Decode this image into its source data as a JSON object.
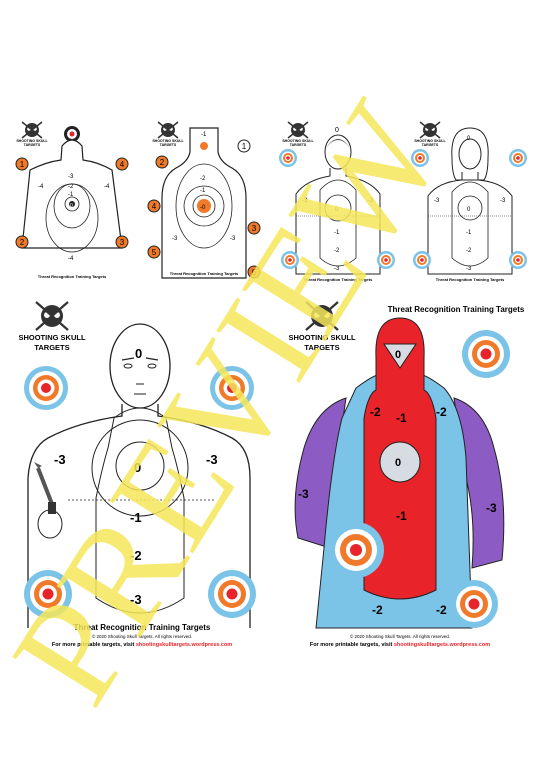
{
  "brand": {
    "line1": "SHOOTING SKULL",
    "line2": "TARGETS"
  },
  "watermark": "PREVIEW",
  "colors": {
    "orange": "#f07a2a",
    "red": "#e8242a",
    "blue": "#7cc3e8",
    "purple": "#8c5bc4",
    "cream": "#f3e6a2",
    "grey": "#d7dbe2",
    "watermark": "#f4e65a"
  },
  "p1": {
    "title": "Threat Recognition Training Targets",
    "markers": [
      "1",
      "4",
      "2",
      "3"
    ],
    "rings": [
      "-4",
      "-3",
      "-2",
      "-1",
      "0",
      "-4",
      "-4"
    ]
  },
  "p2": {
    "title": "Threat Recognition Training Targets",
    "markers": [
      "1",
      "2",
      "4",
      "5",
      "3",
      "6"
    ],
    "rings": [
      "-1",
      "-2",
      "-1",
      "-0",
      "-3",
      "-3"
    ]
  },
  "p3": {
    "title": "Threat Recognition Training Targets",
    "scores": [
      "0",
      "-3",
      "-3",
      "0",
      "-1",
      "-2",
      "-3"
    ]
  },
  "p4": {
    "title": "Threat Recognition Training Targets",
    "scores": [
      "0",
      "-3",
      "-3",
      "0",
      "-1",
      "-2",
      "-3"
    ]
  },
  "p5": {
    "title": "Threat Recognition Training Targets",
    "copyright": "© 2020 Shooting Skull Targets. All rights reserved.",
    "more_prefix": "For more printable targets, visit ",
    "more_link": "shootingskulltargets.wordpress.com",
    "scores": [
      "0",
      "-3",
      "-3",
      "0",
      "-1",
      "-2",
      "-3"
    ]
  },
  "p6": {
    "title": "Threat Recognition Training Targets",
    "copyright": "© 2020 Shooting Skull Targets. All rights reserved.",
    "more_prefix": "For more printable targets, visit ",
    "more_link": "shootingskulltargets.wordpress.com",
    "scores": [
      "0",
      "-2",
      "-1",
      "-2",
      "-3",
      "0",
      "-1",
      "-3",
      "-2",
      "-2"
    ]
  }
}
